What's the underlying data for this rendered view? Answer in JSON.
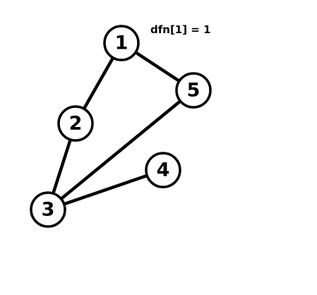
{
  "annotation": "dfn[1] = 1",
  "nodes": [
    {
      "id": "1",
      "label": "1"
    },
    {
      "id": "2",
      "label": "2"
    },
    {
      "id": "3",
      "label": "3"
    },
    {
      "id": "4",
      "label": "4"
    },
    {
      "id": "5",
      "label": "5"
    }
  ],
  "edges": [
    {
      "from": "1",
      "to": "2"
    },
    {
      "from": "1",
      "to": "5"
    },
    {
      "from": "2",
      "to": "3"
    },
    {
      "from": "3",
      "to": "5"
    },
    {
      "from": "3",
      "to": "4"
    }
  ],
  "colors": {
    "stroke": "#000000",
    "node_fill": "#ffffff",
    "background": "#ffffff"
  }
}
